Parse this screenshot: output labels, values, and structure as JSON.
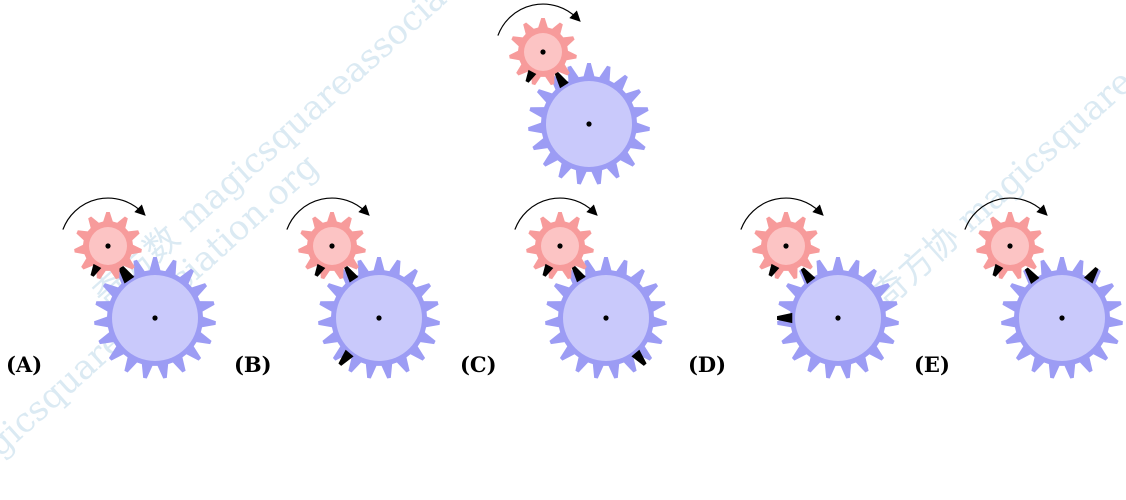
{
  "watermark": {
    "text": "奇方数 magicsquareassociation.org",
    "text_upper_right": "奇方协 magicsquareassociation.org",
    "text_left": "magicsquareassociation.org"
  },
  "colors": {
    "small_gear": "#f79b9b",
    "small_gear_center": "#fcc4c4",
    "large_gear": "#9c9cf4",
    "large_gear_center": "#c9c9fb",
    "marker": "#000000"
  },
  "icons": {
    "small_gear": "small-gear-icon",
    "large_gear": "large-gear-icon",
    "rotation_arrow": "clockwise-arrow-icon",
    "tooth_marker": "black-tooth-marker-icon"
  },
  "question": {
    "small_gear_rotation": "clockwise"
  },
  "options": [
    {
      "label": "(A)"
    },
    {
      "label": "(B)"
    },
    {
      "label": "(C)"
    },
    {
      "label": "(D)"
    },
    {
      "label": "(E)"
    }
  ]
}
